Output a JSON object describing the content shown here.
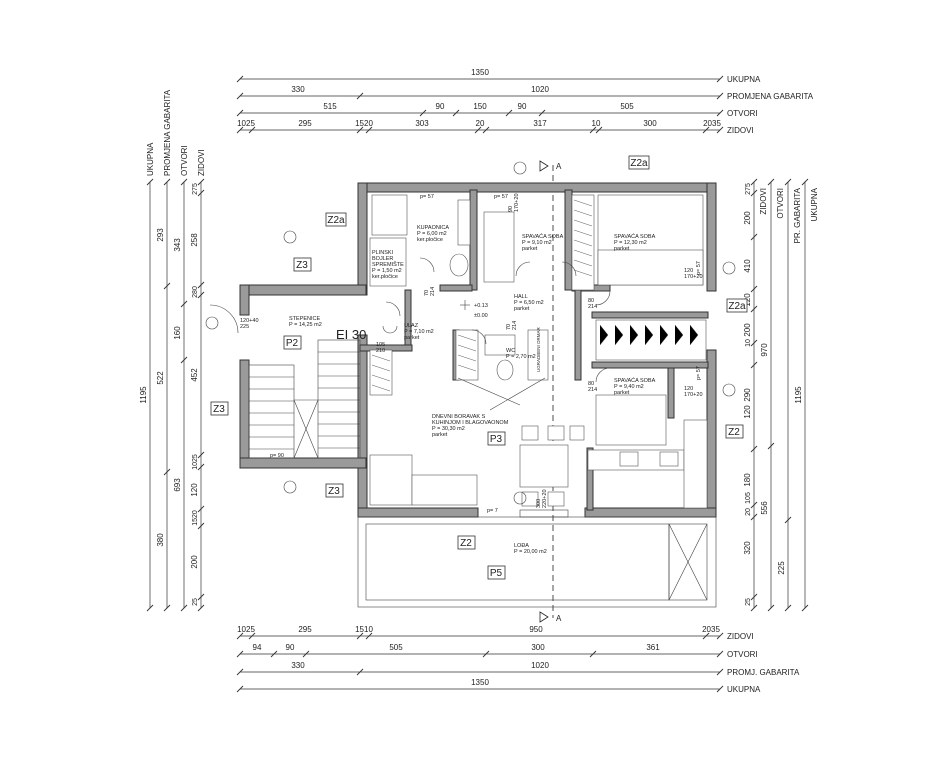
{
  "dim_top": {
    "ukupna": {
      "value": "1350",
      "label": "UKUPNA"
    },
    "gabarit": {
      "values": [
        "330",
        "1020"
      ],
      "label": "PROMJENA GABARITA"
    },
    "otvori": {
      "values": [
        "515",
        "90",
        "150",
        "90",
        "505"
      ],
      "label": "OTVORI"
    },
    "zidovi": {
      "values": [
        "1025",
        "295",
        "1520",
        "303",
        "20",
        "317",
        "10",
        "300",
        "2035"
      ],
      "label": "ZIDOVI"
    }
  },
  "dim_bottom": {
    "zidovi": {
      "values": [
        "1025",
        "295",
        "1510",
        "950",
        "2035"
      ],
      "label": "ZIDOVI"
    },
    "otvori": {
      "values": [
        "94",
        "90",
        "505",
        "300",
        "361"
      ],
      "label": "OTVORI"
    },
    "gabarit": {
      "value": "1020",
      "left": "330",
      "label": "PROMJ. GABARITA"
    },
    "ukupna": {
      "value": "1350",
      "label": "UKUPNA"
    }
  },
  "dim_left": {
    "ukupna": {
      "value": "1195",
      "label": "UKUPNA"
    },
    "gabarit": {
      "values": [
        "293",
        "522",
        "380"
      ],
      "label": "PROMJENA GABARITA"
    },
    "otvori": {
      "values": [
        "343",
        "160",
        "693"
      ],
      "label": "OTVORI"
    },
    "zidovi": {
      "values": [
        "275",
        "258",
        "280",
        "452",
        "1025",
        "120",
        "1520",
        "200",
        "25"
      ],
      "label": "ZIDOVI"
    }
  },
  "dim_right": {
    "zidovi": {
      "values": [
        "275",
        "200",
        "410",
        "120",
        "200",
        "10",
        "290",
        "120",
        "180",
        "20",
        "105",
        "320",
        "25"
      ],
      "label": "ZIDOVI"
    },
    "otvori": {
      "values": [
        "970",
        "556"
      ],
      "label": "OTVORI"
    },
    "gabarit": {
      "values": [
        "225"
      ],
      "label": "PR. GABARITA"
    },
    "ukupna": {
      "value": "1195",
      "label": "UKUPNA"
    }
  },
  "tags": {
    "z2a_1": "Z2a",
    "z2a_2": "Z2a",
    "z2a_3": "Z2a",
    "z3_1": "Z3",
    "z3_2": "Z3",
    "z3_3": "Z3",
    "z2_1": "Z2",
    "z2_2": "Z2",
    "p2": "P2",
    "p3": "P3",
    "p5": "P5",
    "el30": "EI 30"
  },
  "rooms": {
    "kupaonica": [
      "KUPAONICA",
      "P = 6,00 m2",
      "ker.pločice"
    ],
    "spavaca1": [
      "SPAVAĆA SOBA",
      "P = 9,10 m2",
      "parket"
    ],
    "spavaca2": [
      "SPAVAĆA SOBA",
      "P = 12,30 m2",
      "parket"
    ],
    "spavaca3": [
      "SPAVAĆA SOBA",
      "P = 9,40 m2",
      "parket"
    ],
    "hall": [
      "HALL",
      "P = 6,50 m2",
      "parket"
    ],
    "stepenice": [
      "STEPENICE",
      "P = 14,25 m2"
    ],
    "garderoba": [
      "PLINSKI",
      "BOJLER",
      "SPREMIŠTE",
      "P = 1,50 m2",
      "ker.pločice"
    ],
    "wc": [
      "WC",
      "P = 2,70 m2"
    ],
    "ulaz": [
      "ULAZ",
      "P = 7,10 m2",
      "parket"
    ],
    "boravak": [
      "DNEVNI BORAVAK S",
      "KUHINJOM I BLAGOVAONOM",
      "P = 30,30 m2",
      "parket"
    ],
    "lodja": [
      "LOĐA",
      "P = 20,00 m2"
    ]
  },
  "notes": {
    "level1": "+0.13",
    "level2": "±0.00",
    "door_120": "120+40",
    "door_225": "225",
    "d_105": "105",
    "d_210": "210",
    "p57a": "p= 57",
    "p57b": "p= 57",
    "p57c": "p= 57",
    "p57d": "p= 57",
    "p7": "p= 7",
    "p90": "p= 90",
    "w90_170": "90\n170+20",
    "w120_170a": "120\n170+20",
    "w120_170b": "120\n170+20",
    "w300_220": "300\n220+20",
    "d80a": "80\n214",
    "d80b": "80\n214",
    "d70a": "70\n214",
    "d70b": "70\n214",
    "section": "A",
    "stair_label": "UGRADBENI ORMAR"
  }
}
